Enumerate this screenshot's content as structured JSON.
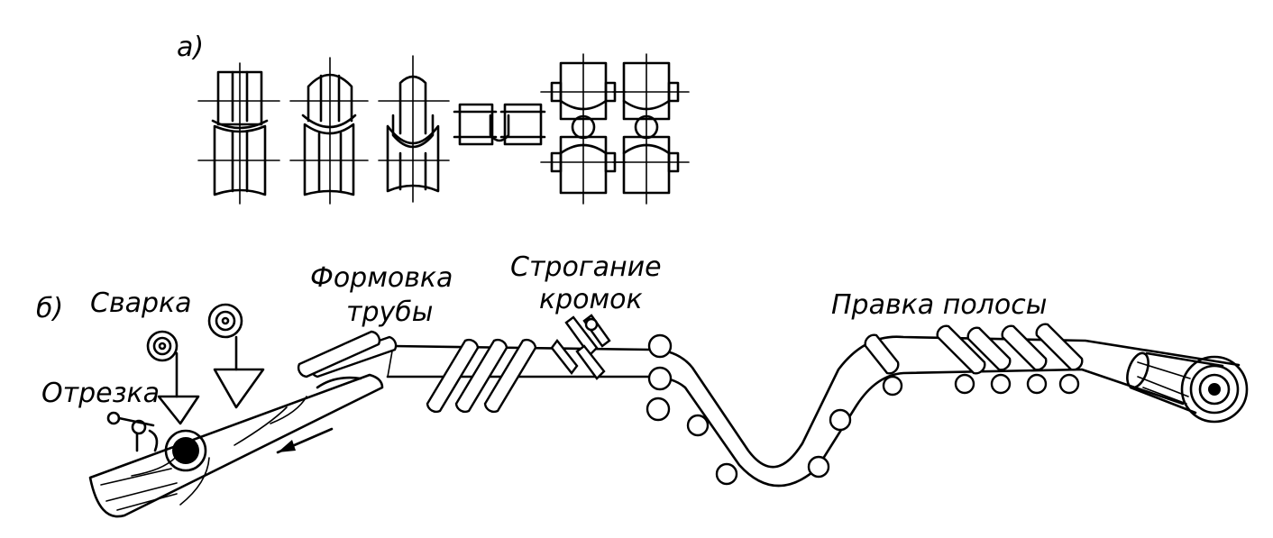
{
  "labels": {
    "part_a": "а)",
    "part_b": "б)",
    "welding": "Сварка",
    "cutting": "Отрезка",
    "forming_line1": "Формовка",
    "forming_line2": "трубы",
    "planing_line1": "Строгание",
    "planing_line2": "кромок",
    "straightening": "Правка полосы"
  },
  "colors": {
    "ink": "#000000",
    "paper": "#ffffff"
  }
}
